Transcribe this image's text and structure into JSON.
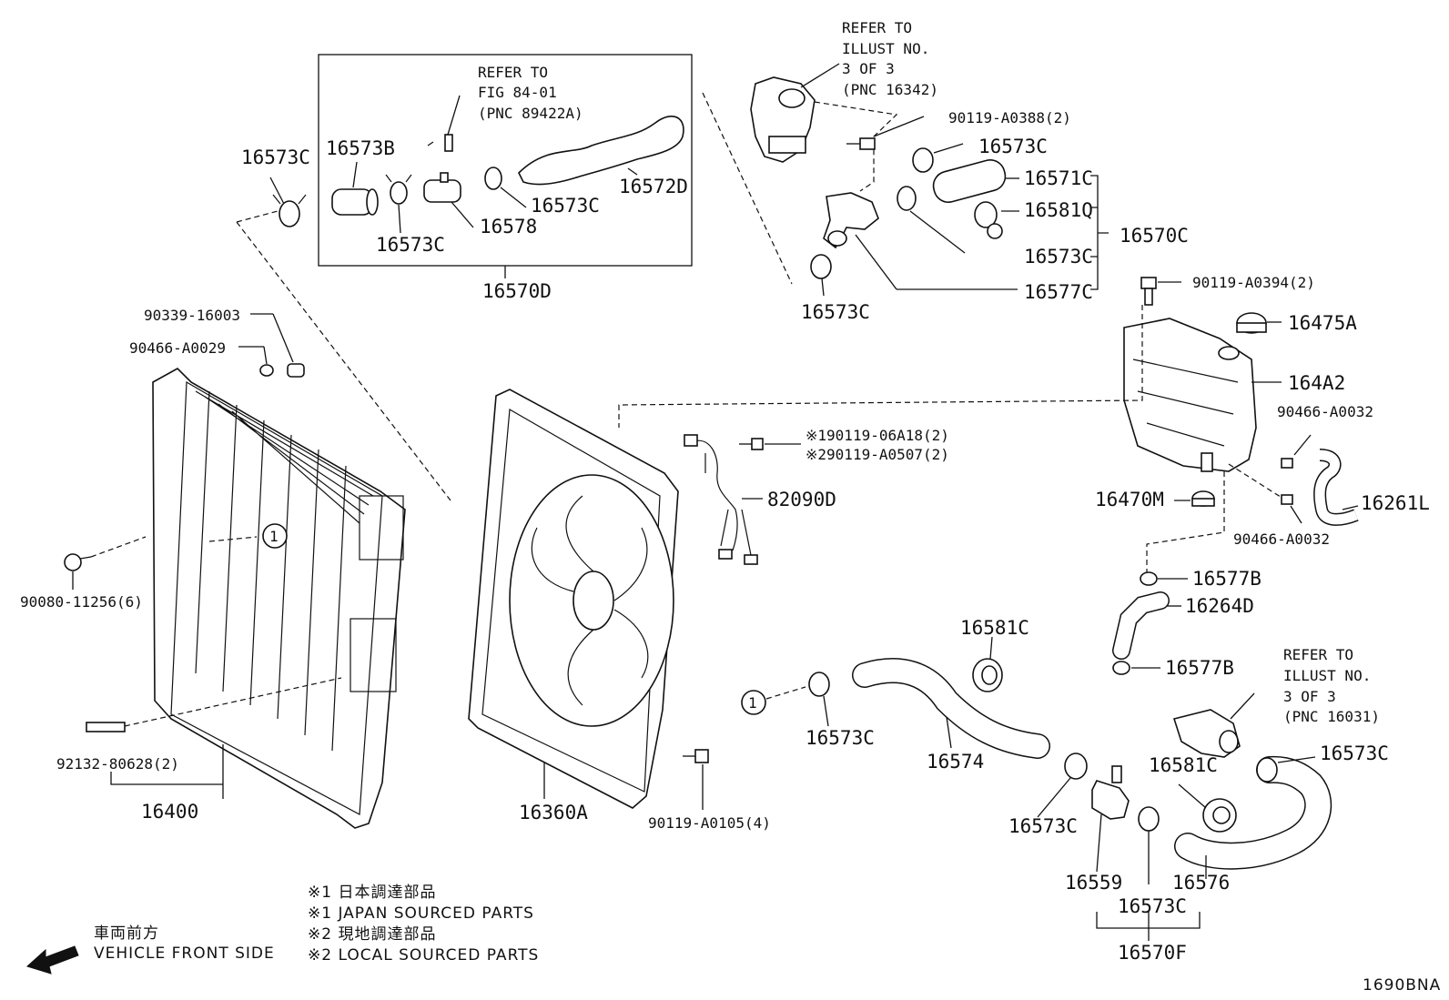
{
  "diagram_code": "1690BNA",
  "part_numbers": {
    "p16573C_top_left": "16573C",
    "p16573B": "16573B",
    "p16573C_box_low": "16573C",
    "p16578": "16578",
    "p16573C_box_mid": "16573C",
    "p16572D": "16572D",
    "p16570D": "16570D",
    "p90119_A0388": "90119-A0388(2)",
    "p16573C_upper_right": "16573C",
    "p16571C": "16571C",
    "p16581Q": "16581Q",
    "p16573C_right_group": "16573C",
    "p16577C": "16577C",
    "p16570C": "16570C",
    "p16573C_valve": "16573C",
    "p90119_A0394": "90119-A0394(2)",
    "p16475A": "16475A",
    "p164A2": "164A2",
    "p90466_A0032_a": "90466-A0032",
    "p16261L": "16261L",
    "p16470M": "16470M",
    "p90466_A0032_b": "90466-A0032",
    "p16577B_a": "16577B",
    "p16264D": "16264D",
    "p16577B_b": "16577B",
    "p90339_16003": "90339-16003",
    "p90466_A0029": "90466-A0029",
    "p90080_11256": "90080-11256(6)",
    "p92132_80628": "92132-80628(2)",
    "p16400": "16400",
    "p16360A": "16360A",
    "p90119_A0105": "90119-A0105(4)",
    "p82090D": "82090D",
    "p90119_06A18": "※190119-06A18(2)",
    "p90119_A0507": "※290119-A0507(2)",
    "p16581C_upper": "16581C",
    "p16573C_hose_left": "16573C",
    "p16574": "16574",
    "p16573C_lower_mid": "16573C",
    "p16559": "16559",
    "p16573C_bottom": "16573C",
    "p16576": "16576",
    "p16570F": "16570F",
    "p16581C_lower": "16581C",
    "p16573C_lower_right": "16573C"
  },
  "references": {
    "ref_top_right": [
      "REFER TO",
      "ILLUST NO.",
      "3 OF 3",
      "(PNC 16342)"
    ],
    "ref_fig": [
      "REFER TO",
      "FIG 84-01",
      "(PNC 89422A)"
    ],
    "ref_bottom_right": [
      "REFER TO",
      "ILLUST NO.",
      "3 OF 3",
      "(PNC 16031)"
    ]
  },
  "callouts": {
    "circle_1_left": "1",
    "circle_1_right": "1"
  },
  "notes": {
    "n1_jp": "※1 日本調達部品",
    "n1_en": "※1 JAPAN SOURCED PARTS",
    "n2_jp": "※2 現地調達部品",
    "n2_en": "※2 LOCAL SOURCED PARTS"
  },
  "direction": {
    "jp": "車両前方",
    "en": "VEHICLE FRONT SIDE"
  }
}
